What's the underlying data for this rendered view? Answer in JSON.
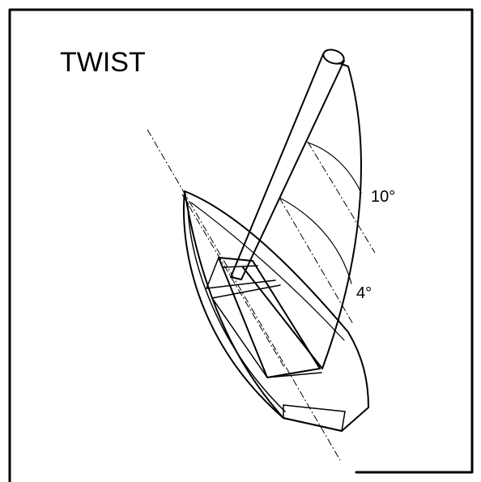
{
  "diagram": {
    "title": "TWIST",
    "angle_upper": "10°",
    "angle_lower": "4°",
    "colors": {
      "ink": "#000000",
      "background": "#ffffff"
    }
  }
}
